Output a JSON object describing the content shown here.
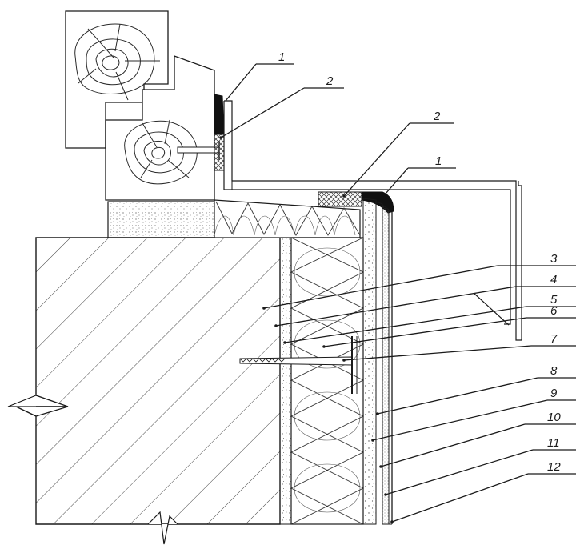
{
  "callouts": [
    {
      "id": "c1a",
      "label": "1"
    },
    {
      "id": "c2a",
      "label": "2"
    },
    {
      "id": "c2b",
      "label": "2"
    },
    {
      "id": "c1b",
      "label": "1"
    },
    {
      "id": "c3",
      "label": "3"
    },
    {
      "id": "c4",
      "label": "4"
    },
    {
      "id": "c5",
      "label": "5"
    },
    {
      "id": "c6",
      "label": "6"
    },
    {
      "id": "c7",
      "label": "7"
    },
    {
      "id": "c8",
      "label": "8"
    },
    {
      "id": "c9",
      "label": "9"
    },
    {
      "id": "c10",
      "label": "10"
    },
    {
      "id": "c11",
      "label": "11"
    },
    {
      "id": "c12",
      "label": "12"
    }
  ]
}
